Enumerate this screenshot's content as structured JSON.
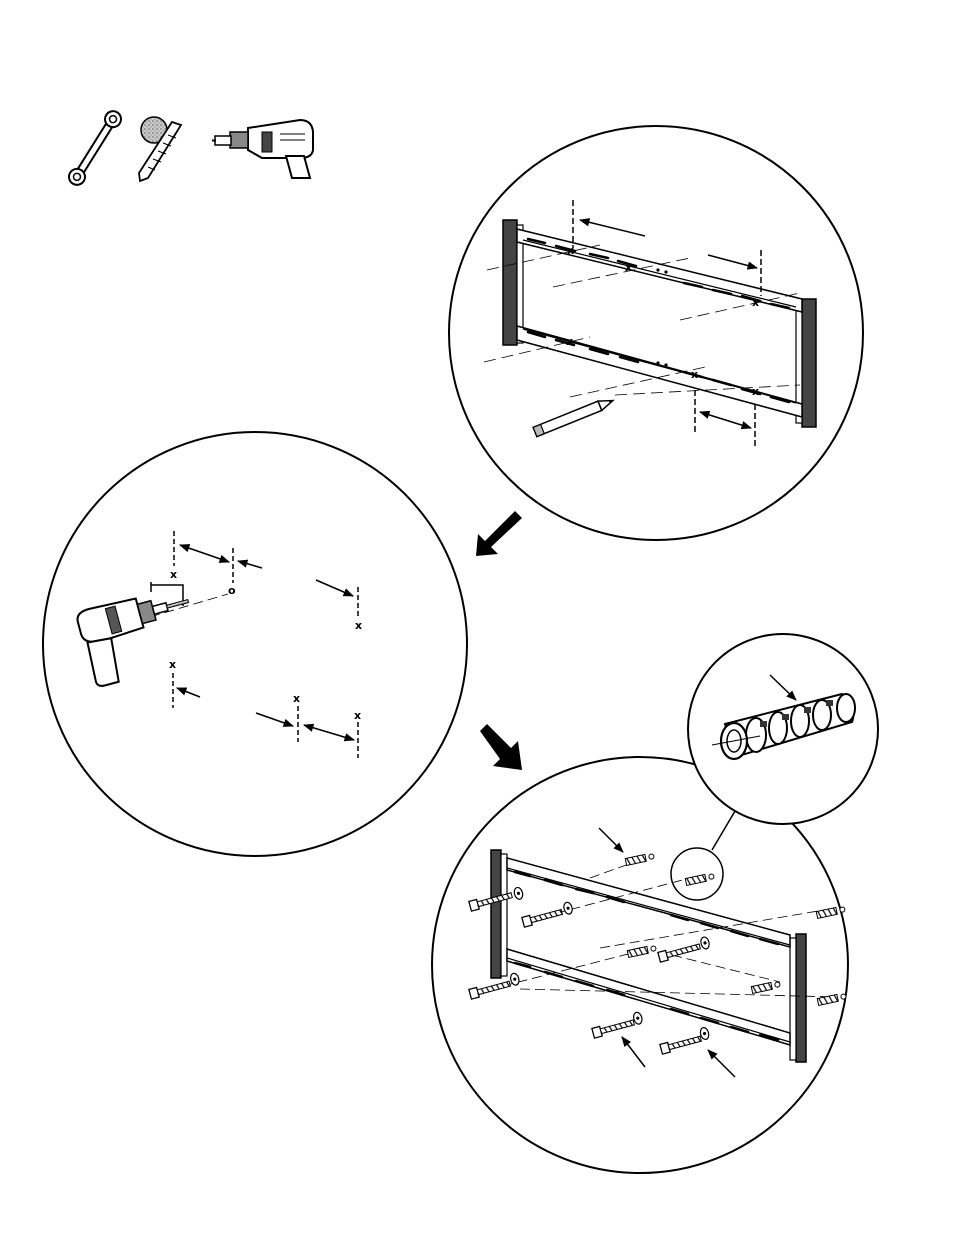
{
  "page": {
    "background": "#ffffff",
    "ink": "#000000",
    "shade": "#b8b8b8",
    "mark_glyph": "x",
    "hole_glyph": "o"
  },
  "tools": [
    {
      "icon": "wrench-icon"
    },
    {
      "icon": "masonry-drill-bit-icon"
    },
    {
      "icon": "power-drill-icon"
    }
  ],
  "steps": [
    {
      "id": "mark-holes",
      "content": "wall plate held level; pencil marks through slots"
    },
    {
      "id": "drill-holes",
      "content": "drill pilot holes at marked positions"
    },
    {
      "id": "fasten-plate",
      "content": "insert anchors; attach plate with lag bolts and washers"
    }
  ],
  "detail": {
    "icon": "wall-anchor-icon"
  }
}
